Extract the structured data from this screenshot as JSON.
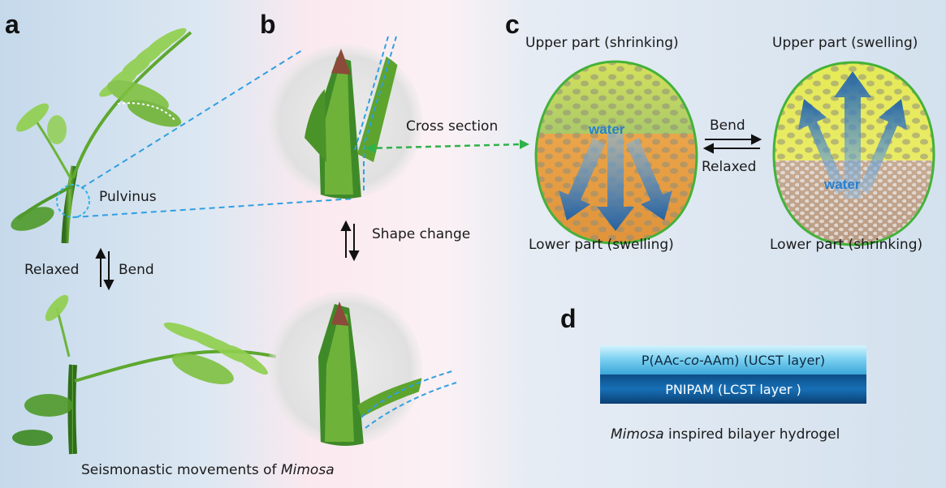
{
  "panels": {
    "a": {
      "letter": "a",
      "pulvinus_label": "Pulvinus",
      "relaxed_label": "Relaxed",
      "bend_label": "Bend",
      "caption_prefix": "Seismonastic movements of",
      "caption_italic": "Mimosa"
    },
    "b": {
      "letter": "b",
      "cross_section_label": "Cross section",
      "shape_change_label": "Shape change"
    },
    "c": {
      "letter": "c",
      "upper_left": "Upper part (shrinking)",
      "lower_left": "Lower part (swelling)",
      "upper_right": "Upper part (swelling)",
      "lower_right": "Lower part (shrinking)",
      "bend_label": "Bend",
      "relaxed_label": "Relaxed",
      "water_left": "water",
      "water_right": "water"
    },
    "d": {
      "letter": "d",
      "top_layer_prefix": "P(AAc-",
      "top_layer_italic": "co",
      "top_layer_suffix": "-AAm) (UCST layer)",
      "bottom_layer": "PNIPAM (LCST layer )",
      "caption_italic": "Mimosa",
      "caption_rest": " inspired bilayer hydrogel"
    }
  },
  "colors": {
    "background_left": "#c9dcec",
    "background_middle": "#fbeaf0",
    "background_right": "#dbe6f1",
    "leaf_green": "#5cae2c",
    "dashed_blue": "#2f9fe3",
    "dashed_green": "#2eb24a",
    "arrow_blue": "#2c74b8",
    "upper_yellow": "#e7ea53",
    "lower_orange": "#e7a14c",
    "lower_tan": "#cfb79e"
  }
}
